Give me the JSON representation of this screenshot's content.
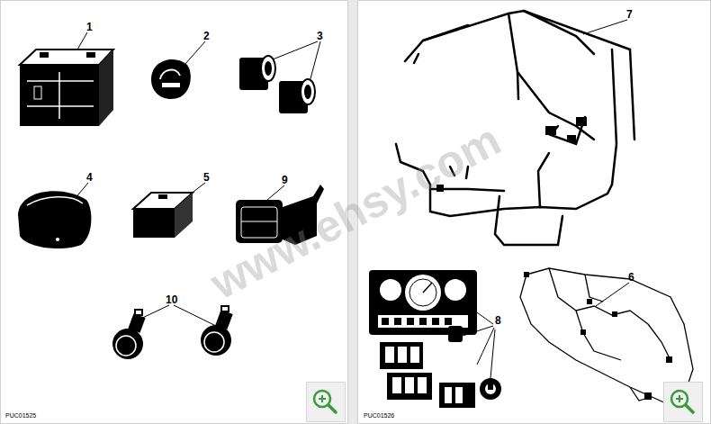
{
  "diagram": {
    "labels": [
      "1",
      "2",
      "3",
      "4",
      "5",
      "9",
      "10",
      "PUC01525",
      "7",
      "8",
      "6",
      "PUC01526",
      "www.ehsy.com"
    ]
  }
}
